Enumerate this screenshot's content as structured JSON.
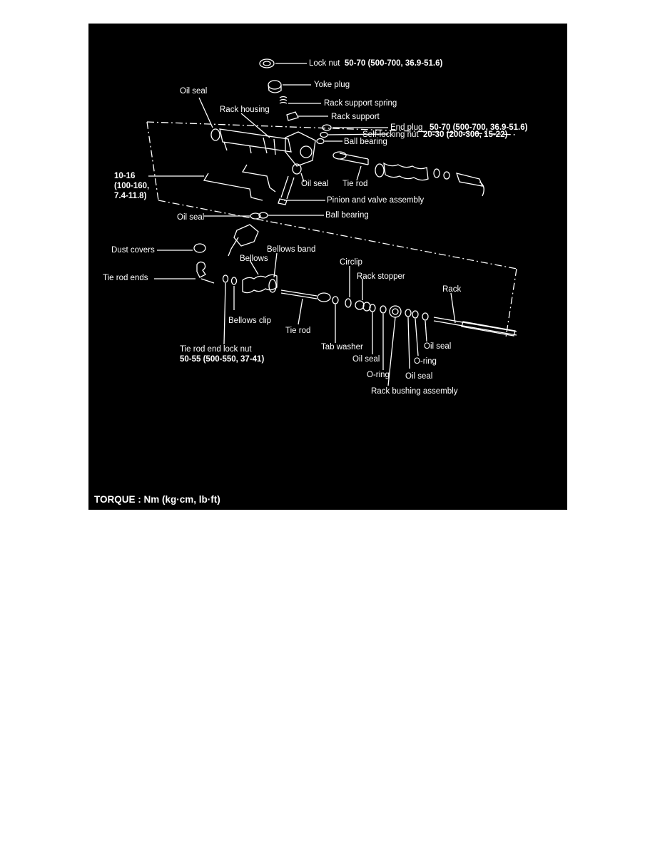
{
  "labels": {
    "lock_nut": {
      "name": "Lock nut",
      "torque": "50-70 (500-700, 36.9-51.6)"
    },
    "yoke_plug": "Yoke plug",
    "rack_support_spring": "Rack support spring",
    "rack_support": "Rack support",
    "end_plug": {
      "name": "End plug",
      "torque": "50-70 (500-700, 36.9-51.6)"
    },
    "self_locking_nut": {
      "name": "Self-locking nut",
      "torque": "20-30 (200-300, 15-22)"
    },
    "ball_bearing_upper": "Ball bearing",
    "oil_seal_left": "Oil seal",
    "rack_housing": "Rack housing",
    "oil_seal_pinion": "Oil seal",
    "tie_rod_upper": "Tie rod",
    "pipe_torque": "10-16\n(100-160,\n7.4-11.8)",
    "pinion_valve": "Pinion and valve assembly",
    "oil_seal_mid": "Oil seal",
    "ball_bearing_mid": "Ball bearing",
    "dust_covers": "Dust covers",
    "bellows_band": "Bellows band",
    "bellows": "Bellows",
    "circlip": "Circlip",
    "rack_stopper": "Rack stopper",
    "rack": "Rack",
    "tie_rod_ends": "Tie rod ends",
    "bellows_clip": "Bellows clip",
    "tie_rod_lower": "Tie rod",
    "tab_washer": "Tab washer",
    "oil_seal_r1": "Oil seal",
    "oil_seal_r2": "Oil seal",
    "oring_1": "O-ring",
    "oring_2": "O-ring",
    "oil_seal_r3": "Oil seal",
    "rack_bushing": "Rack bushing assembly",
    "tie_rod_end_lock_nut": {
      "name": "Tie rod end lock nut",
      "torque": "50-55 (500-550, 37-41)"
    }
  },
  "footer": {
    "torque_units": "TORQUE : Nm (kg·cm, lb·ft)"
  },
  "colors": {
    "background": "#000000",
    "ink": "#ffffff",
    "page": "#ffffff"
  }
}
